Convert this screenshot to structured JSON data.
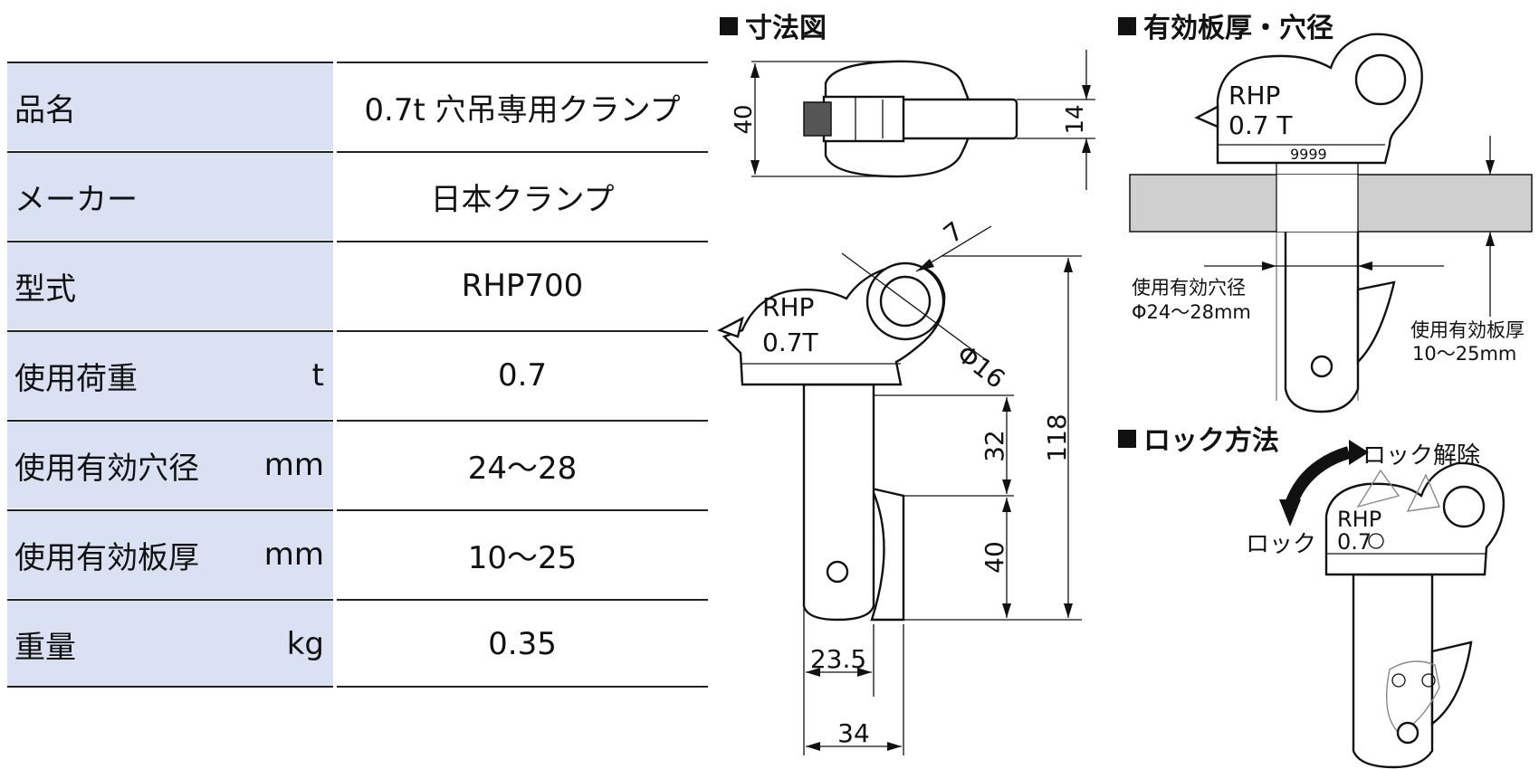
{
  "spec_table": {
    "rows": [
      {
        "label": "品名",
        "unit": "",
        "value": "0.7t 穴吊専用クランプ"
      },
      {
        "label": "メーカー",
        "unit": "",
        "value": "日本クランプ"
      },
      {
        "label": "型式",
        "unit": "",
        "value": "RHP700"
      },
      {
        "label": "使用荷重",
        "unit": "t",
        "value": "0.7"
      },
      {
        "label": "使用有効穴径",
        "unit": "mm",
        "value": "24～28"
      },
      {
        "label": "使用有効板厚",
        "unit": "mm",
        "value": "10～25"
      },
      {
        "label": "重量",
        "unit": "kg",
        "value": "0.35"
      }
    ]
  },
  "dimension_section": {
    "title": "寸法図",
    "body_text_1": "RHP",
    "body_text_2": "0.7T",
    "dims": {
      "width_top": "40",
      "thickness": "14",
      "hole_ring": "7",
      "hole_dia": "Φ16",
      "height_total": "118",
      "shank_upper": "32",
      "shank_lower": "40",
      "shank_width": "23.5",
      "overall_width": "34"
    }
  },
  "plate_section": {
    "title": "有効板厚・穴径",
    "body_text_1": "RHP",
    "body_text_2": "0.7 T",
    "serial": "9999",
    "hole_label": "使用有効穴径",
    "hole_value": "Φ24～28mm",
    "plate_label": "使用有効板厚",
    "plate_value": "10～25mm"
  },
  "lock_section": {
    "title": "ロック方法",
    "release_label": "ロック解除",
    "lock_label": "ロック",
    "body_text_1": "RHP",
    "body_text_2": "0.7"
  }
}
